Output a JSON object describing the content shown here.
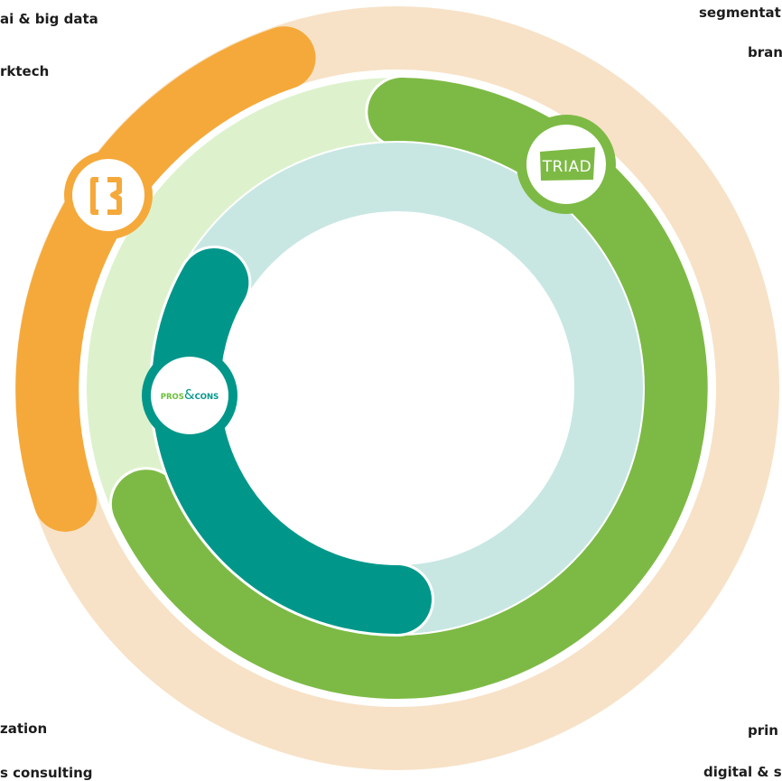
{
  "labels": {
    "top_left_1": "ai & big data",
    "top_left_2": "rktech",
    "top_right_1": "segmentat",
    "top_right_2": "bran",
    "bottom_left_1": "zation",
    "bottom_left_2": "s consulting",
    "bottom_right_1": "prin",
    "bottom_right_2": "digital & s"
  },
  "logos": {
    "triad": "TRIAD",
    "pros": "PROS",
    "amp": "&",
    "cons": "CONS"
  },
  "colors": {
    "outer_ring": "#f7e2c7",
    "orange": "#f5a93a",
    "light_green_ring": "#ddf2cc",
    "green": "#7dba45",
    "teal_ring": "#c8e7e3",
    "teal": "#00978a"
  }
}
